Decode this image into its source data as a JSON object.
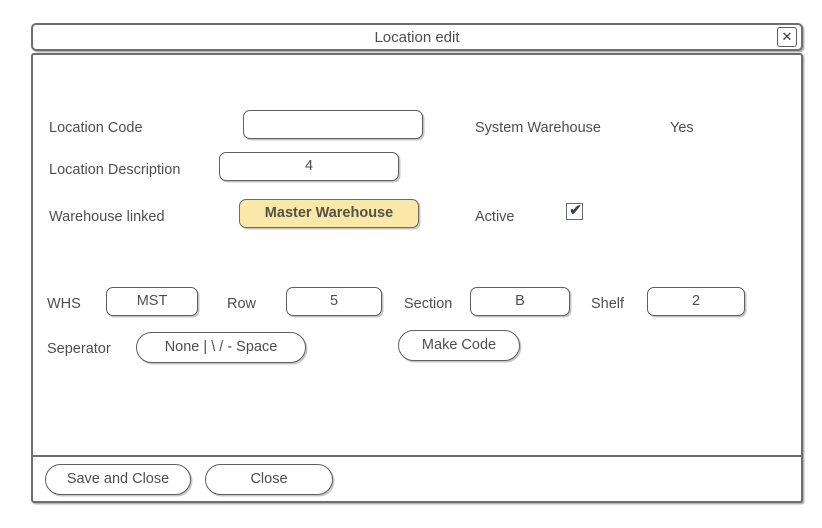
{
  "window": {
    "title": "Location edit",
    "close_icon": "close-icon",
    "close_glyph": "✕"
  },
  "form": {
    "location_code": {
      "label": "Location Code",
      "value": "",
      "placeholder": ""
    },
    "location_description": {
      "label": "Location Description",
      "value": "4",
      "placeholder": ""
    },
    "warehouse_linked": {
      "label": "Warehouse linked",
      "value": "Master Warehouse",
      "highlight_color": "#fae8a8"
    },
    "system_warehouse": {
      "label": "System Warehouse",
      "value": "Yes"
    },
    "active": {
      "label": "Active",
      "checked": true,
      "check_glyph": "✔"
    }
  },
  "code_builder": {
    "whs": {
      "label": "WHS",
      "value": "MST"
    },
    "row": {
      "label": "Row",
      "value": "5"
    },
    "section": {
      "label": "Section",
      "value": "B"
    },
    "shelf": {
      "label": "Shelf",
      "value": "2"
    },
    "seperator": {
      "label": "Seperator",
      "value": "None | \\ / - Space"
    },
    "make_code_label": "Make Code"
  },
  "footer": {
    "save_and_close_label": "Save and Close",
    "close_label": "Close"
  }
}
